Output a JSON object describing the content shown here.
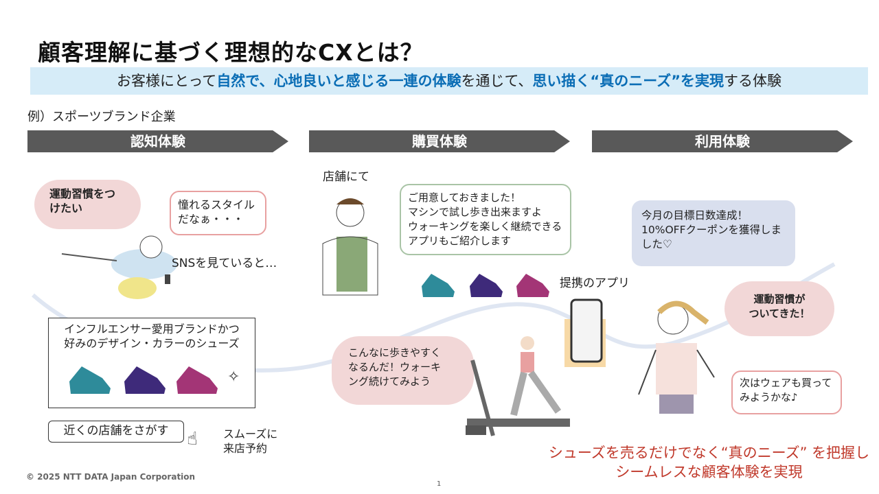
{
  "title": "顧客理解に基づく理想的なCXとは？",
  "banner": {
    "p1": "お客様にとって",
    "e1": "自然で、心地良いと感じる一連の体験",
    "p2": "を通じて、",
    "e2": "思い描く“真のニーズ”を実現",
    "p3": "する体験"
  },
  "example_label": "例）スポーツブランド企業",
  "stages": [
    "認知体験",
    "購買体験",
    "利用体験"
  ],
  "awareness": {
    "thought": "運動習慣をつけたい",
    "speech": "憧れるスタイルだなぁ・・・",
    "sns": "SNSを見ていると…",
    "influencer_lines": [
      "インフルエンサー愛用ブランドかつ",
      "好みのデザイン・カラーのシューズ"
    ],
    "store_search": "近くの店舗をさがす",
    "reserve_lines": [
      "スムーズに",
      "来店予約"
    ]
  },
  "purchase": {
    "at_store": "店舗にて",
    "staff_lines": [
      "ご用意しておきました！",
      "マシンで試し歩き出来ますよ",
      "ウォーキングを楽しく継続できる",
      "アプリもご紹介します"
    ],
    "customer_lines": [
      "こんなに歩きやすく",
      "なるんだ！ウォーキ",
      "ング続けてみよう"
    ],
    "app_label": "提携のアプリ"
  },
  "usage": {
    "app_msg_lines": [
      "今月の目標日数達成！",
      "10%OFFクーポンを獲得しま",
      "した♡"
    ],
    "thought_lines": [
      "運動習慣が",
      "ついてきた！"
    ],
    "speech_lines": [
      "次はウェアも買って",
      "みようかな♪"
    ]
  },
  "conclusion_lines": [
    "シューズを売るだけでなく“真のニーズ” を把握し",
    "シームレスな顧客体験を実現"
  ],
  "footer": "© 2025 NTT DATA Japan Corporation",
  "page_number": "1",
  "colors": {
    "accent_blue": "#0a6db5",
    "banner_bg": "#d6ecf8",
    "chevron": "#595959",
    "conclusion_red": "#c0392b",
    "cloud_pink": "#f2d7d7",
    "app_bubble": "#d9dfee"
  }
}
